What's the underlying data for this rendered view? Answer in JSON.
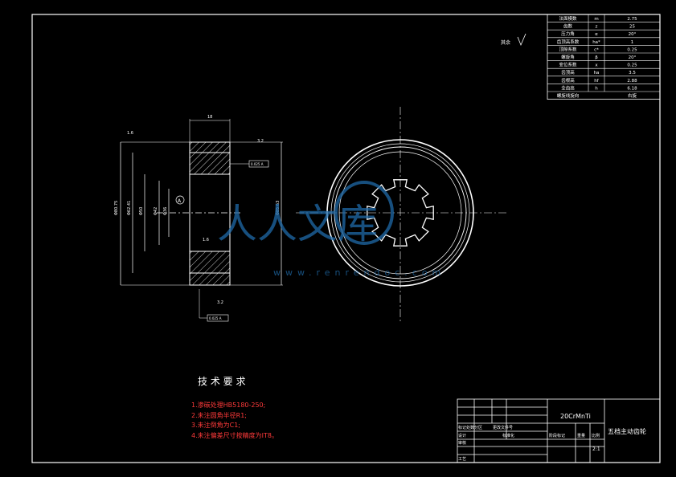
{
  "gear_params": {
    "rows": [
      {
        "name": "法面模数",
        "symbol": "m",
        "value": "2.75"
      },
      {
        "name": "齿数",
        "symbol": "z",
        "value": "25"
      },
      {
        "name": "压力角",
        "symbol": "α",
        "value": "20°"
      },
      {
        "name": "齿顶高系数",
        "symbol": "ha*",
        "value": "1"
      },
      {
        "name": "顶隙系数",
        "symbol": "c*",
        "value": "0.25"
      },
      {
        "name": "螺旋角",
        "symbol": "β",
        "value": "20°"
      },
      {
        "name": "变位系数",
        "symbol": "x",
        "value": "0.25"
      },
      {
        "name": "齿顶高",
        "symbol": "ha",
        "value": "3.5"
      },
      {
        "name": "齿根高",
        "symbol": "hf",
        "value": "2.88"
      },
      {
        "name": "全齿高",
        "symbol": "h",
        "value": "6.18"
      },
      {
        "name": "螺旋线旋向",
        "symbol": "",
        "value": "右旋"
      }
    ]
  },
  "roughness_note": "其余",
  "tech_requirements": {
    "title": "技 术 要 求",
    "items": [
      "1.渗碳处理HB5180-250;",
      "2.未注圆角半径R1;",
      "3.未注倒角为C1;",
      "4.未注偏差尺寸按精度为IT8。"
    ]
  },
  "title_block": {
    "material": "20CrMnTi",
    "drawing_name": "五档主动齿轮",
    "scale": "2:1",
    "labels": [
      "标记处数分区",
      "更改文件号",
      "设计",
      "标准化",
      "审核",
      "工艺",
      "阶段标记",
      "重量",
      "比例"
    ]
  },
  "dimensions": {
    "width_label": "18",
    "dia_labels": [
      "Φ80.75",
      "Φ62.41",
      "Φ50",
      "Φ42",
      "Φ36",
      "Φ85.63"
    ],
    "datum": "A",
    "tolerance_top": "0.025 A",
    "tolerance_bottom": "0.025 A",
    "roughness_values": [
      "1.6",
      "3.2",
      "1.6",
      "3.2"
    ]
  },
  "watermark": {
    "text": "人人文库",
    "url_text": "www.renrendoc.com"
  },
  "colors": {
    "line": "#ffffff",
    "accent": "#ff3a3a",
    "watermark": "#1f6aa8"
  }
}
